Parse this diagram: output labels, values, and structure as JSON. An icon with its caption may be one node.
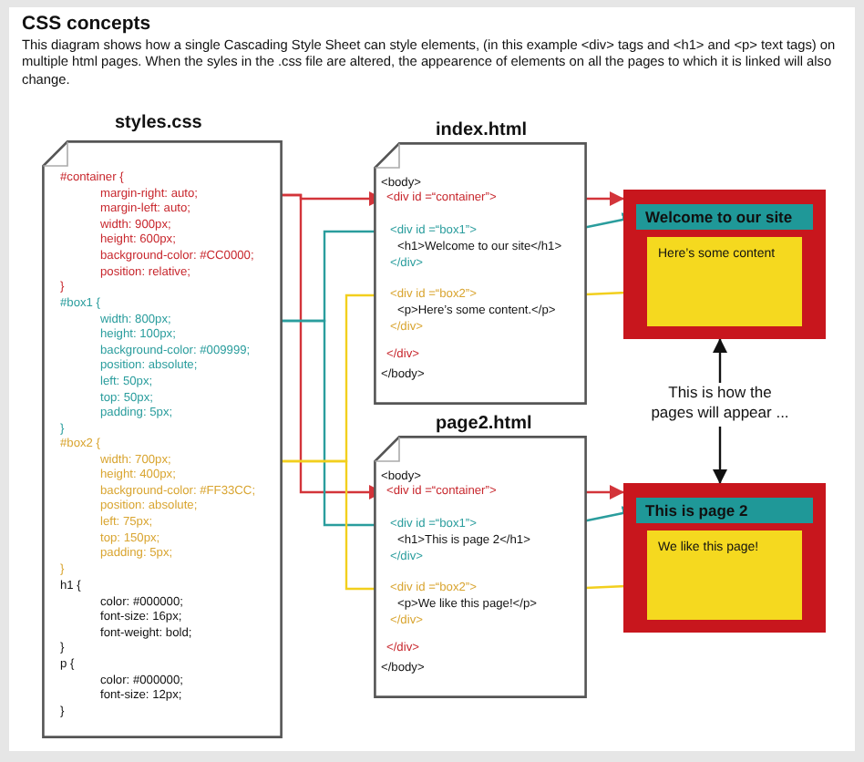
{
  "diagram": {
    "title": "CSS concepts",
    "nodes": [
      {
        "text": [
          "styles.css"
        ]
      },
      {
        "text": [
          "#container {",
          "margin-right: auto;",
          "margin-left: auto;",
          "width: 900px;",
          "height: 600px;",
          "background-color: #CC0000;",
          "position: relative;",
          "}"
        ],
        "in": 0
      },
      {
        "text": [
          "#box1 {",
          "width: 800px;",
          "height: 100px;",
          "background-color: #009999;",
          "position: absolute;",
          "left: 50px;",
          "top: 50px;",
          "padding: 5px;",
          "}"
        ],
        "in": 0
      },
      {
        "text": [
          "#box2 {",
          "width: 700px;",
          "height: 400px;",
          "background-color: #FF33CC;",
          "position: absolute;",
          "left: 75px;",
          "top: 150px;",
          "padding: 5px;",
          "}"
        ],
        "in": 0
      },
      {
        "text": [
          "h1 {",
          "color: #000000;",
          "font-size: 16px;",
          "font-weight: bold;",
          "}"
        ],
        "in": 0
      },
      {
        "text": [
          "p {",
          "color: #000000;",
          "font-size: 12px;",
          "}"
        ],
        "in": 0
      },
      {
        "text": [
          "index.html",
          "<body>",
          "</body>"
        ]
      },
      {
        "text": [
          "<div id =“container”>",
          "</div>"
        ],
        "in": 6
      },
      {
        "text": [
          "<div id =“box1”>",
          "<h1>Welcome to our site</h1>",
          "</div>"
        ],
        "in": 7
      },
      {
        "text": [
          "<div id =“box2”>",
          "<p>Here’s some content.</p>",
          "</div>"
        ],
        "in": 7
      },
      {
        "text": [],
        "shape": "box"
      },
      {
        "text": [
          "Welcome to our site"
        ],
        "in": 10
      },
      {
        "text": [
          "Here’s some content"
        ],
        "in": 10
      },
      {
        "text": [
          "This is how the pages will appear ..."
        ]
      },
      {
        "text": [
          "page2.html",
          "<body>",
          "</body>"
        ]
      },
      {
        "text": [
          "<div id =“container”>",
          "</div>"
        ],
        "in": 14
      },
      {
        "text": [
          "<div id =“box1”>",
          "<h1>This is page 2</h1>",
          "</div>"
        ],
        "in": 15
      },
      {
        "text": [
          "<div id =“box2”>",
          "<p>We like this page!</p>",
          "</div>"
        ],
        "in": 15
      },
      {
        "text": [],
        "shape": "box"
      },
      {
        "text": [
          "This is page 2"
        ],
        "in": 18
      },
      {
        "text": [
          "We like this page!"
        ],
        "in": 18
      }
    ],
    "edges": [
      {
        "from": 1,
        "to": 7,
        "arrow": "to",
        "color": "#d3343a"
      },
      {
        "from": 1,
        "to": 15,
        "arrow": "to",
        "color": "#d3343a"
      },
      {
        "from": 2,
        "to": 8,
        "arrow": "to",
        "color": "#2a9d9d"
      },
      {
        "from": 2,
        "to": 16,
        "arrow": "to",
        "color": "#2a9d9d"
      },
      {
        "from": 3,
        "to": 9,
        "arrow": "to",
        "color": "#f2cf1d"
      },
      {
        "from": 3,
        "to": 17,
        "arrow": "to",
        "color": "#f2cf1d"
      },
      {
        "from": 7,
        "to": 10,
        "arrow": "to",
        "color": "#d3343a"
      },
      {
        "from": 8,
        "to": 11,
        "arrow": "to",
        "color": "#2a9d9d"
      },
      {
        "from": 9,
        "to": 12,
        "arrow": "to",
        "color": "#f2cf1d"
      },
      {
        "from": 15,
        "to": 18,
        "arrow": "to",
        "color": "#d3343a"
      },
      {
        "from": 16,
        "to": 19,
        "arrow": "to",
        "color": "#2a9d9d"
      },
      {
        "from": 17,
        "to": 20,
        "arrow": "to",
        "color": "#f2cf1d"
      },
      {
        "from": 13,
        "to": 10,
        "arrow": "to",
        "color": "#111111"
      },
      {
        "from": 13,
        "to": 18,
        "arrow": "to",
        "color": "#111111"
      }
    ],
    "labels": [
      "This diagram shows how a single Cascading Style Sheet can style elements, (in this example <div> tags and <h1> and <p> text tags) on multiple html pages. When the syles in the .css file are altered, the appearence of elements on all the pages to which it is linked will also change."
    ]
  }
}
